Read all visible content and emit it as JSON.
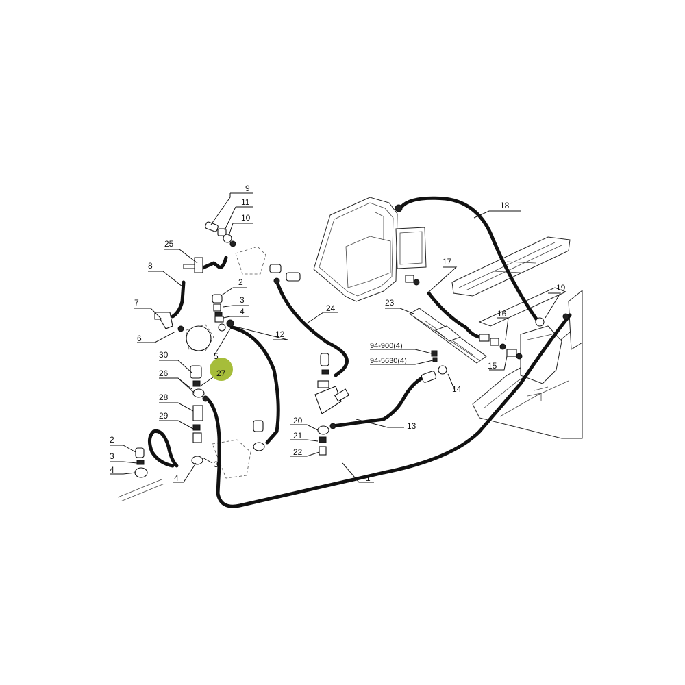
{
  "diagram": {
    "highlight_color": "#a6bd3a",
    "line_color": "#111111",
    "callouts": [
      {
        "id": "c1",
        "text": "1"
      },
      {
        "id": "c2a",
        "text": "2"
      },
      {
        "id": "c2b",
        "text": "2"
      },
      {
        "id": "c3a",
        "text": "3"
      },
      {
        "id": "c3b",
        "text": "3"
      },
      {
        "id": "c3c",
        "text": "3"
      },
      {
        "id": "c4a",
        "text": "4"
      },
      {
        "id": "c4b",
        "text": "4"
      },
      {
        "id": "c4c",
        "text": "4"
      },
      {
        "id": "c5",
        "text": "5"
      },
      {
        "id": "c6",
        "text": "6"
      },
      {
        "id": "c7",
        "text": "7"
      },
      {
        "id": "c8",
        "text": "8"
      },
      {
        "id": "c9",
        "text": "9"
      },
      {
        "id": "c10",
        "text": "10"
      },
      {
        "id": "c11",
        "text": "11"
      },
      {
        "id": "c12",
        "text": "12"
      },
      {
        "id": "c13",
        "text": "13"
      },
      {
        "id": "c14",
        "text": "14"
      },
      {
        "id": "c15",
        "text": "15"
      },
      {
        "id": "c16",
        "text": "16"
      },
      {
        "id": "c17",
        "text": "17"
      },
      {
        "id": "c18",
        "text": "18"
      },
      {
        "id": "c19",
        "text": "19"
      },
      {
        "id": "c20",
        "text": "20"
      },
      {
        "id": "c21",
        "text": "21"
      },
      {
        "id": "c22",
        "text": "22"
      },
      {
        "id": "c23",
        "text": "23"
      },
      {
        "id": "c24",
        "text": "24"
      },
      {
        "id": "c25",
        "text": "25"
      },
      {
        "id": "c26",
        "text": "26"
      },
      {
        "id": "c27",
        "text": "27",
        "highlighted": true
      },
      {
        "id": "c28",
        "text": "28"
      },
      {
        "id": "c29",
        "text": "29"
      },
      {
        "id": "c30",
        "text": "30"
      },
      {
        "id": "c94900",
        "text": "94-900(4)"
      },
      {
        "id": "c945630",
        "text": "94-5630(4)"
      }
    ]
  }
}
